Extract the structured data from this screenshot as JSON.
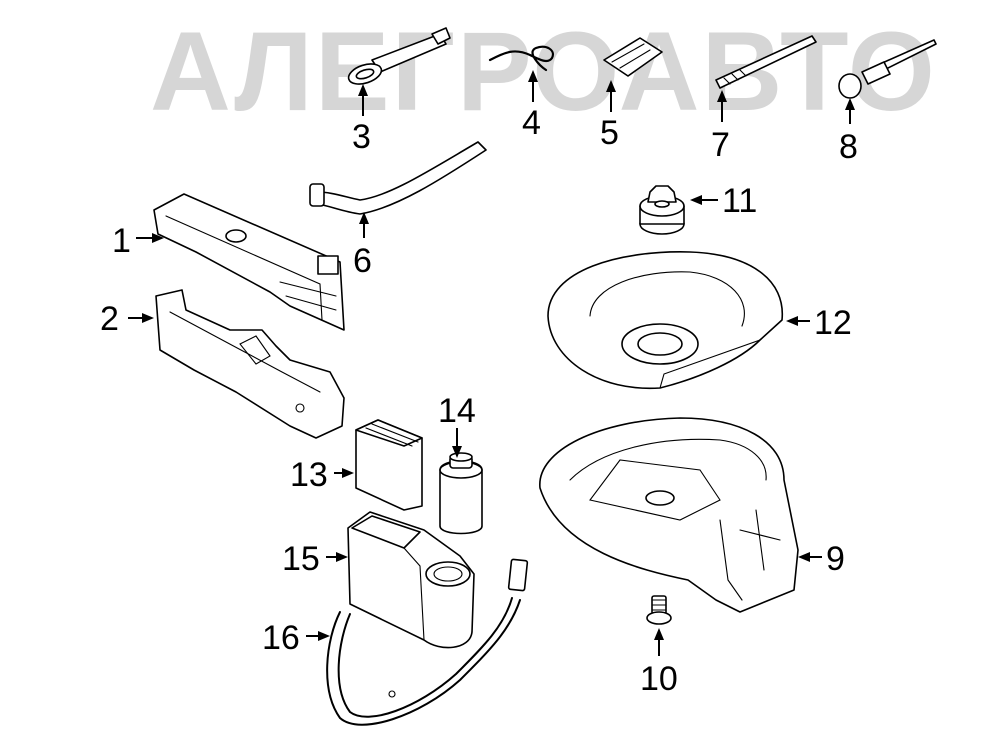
{
  "watermark": {
    "text": "АЛЕГРОАВТО",
    "color": "#c8c8c8"
  },
  "callouts": [
    {
      "id": "1",
      "label": "1"
    },
    {
      "id": "2",
      "label": "2"
    },
    {
      "id": "3",
      "label": "3"
    },
    {
      "id": "4",
      "label": "4"
    },
    {
      "id": "5",
      "label": "5"
    },
    {
      "id": "6",
      "label": "6"
    },
    {
      "id": "7",
      "label": "7"
    },
    {
      "id": "8",
      "label": "8"
    },
    {
      "id": "9",
      "label": "9"
    },
    {
      "id": "10",
      "label": "10"
    },
    {
      "id": "11",
      "label": "11"
    },
    {
      "id": "12",
      "label": "12"
    },
    {
      "id": "13",
      "label": "13"
    },
    {
      "id": "14",
      "label": "14"
    },
    {
      "id": "15",
      "label": "15"
    },
    {
      "id": "16",
      "label": "16"
    }
  ]
}
